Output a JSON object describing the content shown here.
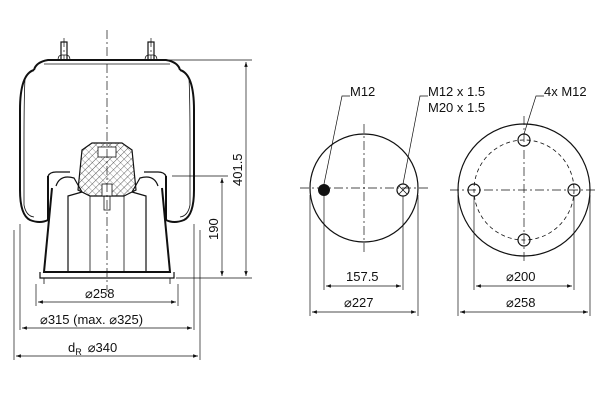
{
  "labels": {
    "height_total": "401.5",
    "height_piston": "190",
    "dia_piston_base": "⌀258",
    "dia_bellow_prefix": "⌀315 (max. ",
    "dia_bellow_max": "⌀325",
    "dia_bellow_suffix": ")",
    "dr_d": "d",
    "dr_sub": "R",
    "dia_dr": "⌀340",
    "top_thread": "M12",
    "top_thread_air1": "M12 x 1.5",
    "top_thread_air2": "M20 x 1.5",
    "bolt_circle_top": "157.5",
    "dia_top_plate": "⌀227",
    "bottom_thread": "4x M12",
    "bolt_circle_bottom": "⌀200",
    "dia_bottom_plate": "⌀258"
  }
}
